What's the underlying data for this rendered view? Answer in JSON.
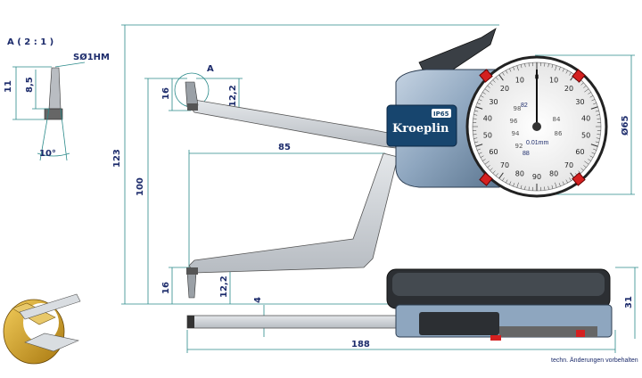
{
  "detail": {
    "title": "A ( 2 : 1 )",
    "tip_label": "SØ1HM",
    "height_label": "11",
    "inner_height_label": "8,5",
    "angle_label": "10°"
  },
  "dimensions": {
    "overall_height": "123",
    "arm_span": "100",
    "reach": "85",
    "upper_tip_height": "16",
    "upper_tip_offset": "12,2",
    "lower_tip_height": "16",
    "lower_tip_offset": "12,2",
    "dial_diameter": "Ø65",
    "depth": "31",
    "arm_thickness": "4",
    "total_length": "188",
    "detail_marker": "A"
  },
  "dial": {
    "brand": "Kroeplin",
    "ip_rating": "IP65",
    "unit": "0.01mm",
    "center_top_reading": "82",
    "center_bottom_reading": "88",
    "outer_scale": [
      "0",
      "10",
      "20",
      "30",
      "40",
      "50",
      "60",
      "70",
      "80",
      "90",
      "80",
      "70",
      "60",
      "50",
      "40",
      "30",
      "20",
      "10"
    ],
    "inner_scale_left": [
      "98",
      "96",
      "94",
      "92"
    ],
    "inner_scale_right": [
      "84",
      "86"
    ]
  },
  "footer": {
    "note": "techn. Änderungen vorbehalten"
  },
  "colors": {
    "dimension_text": "#1c2b6b",
    "dimension_line": "#2a8a8a",
    "body": "#8fa6bf",
    "arm": "#c9ced4",
    "brand_plate": "#17456e",
    "pointer_red": "#d42020",
    "brass": "#d4a62a"
  }
}
